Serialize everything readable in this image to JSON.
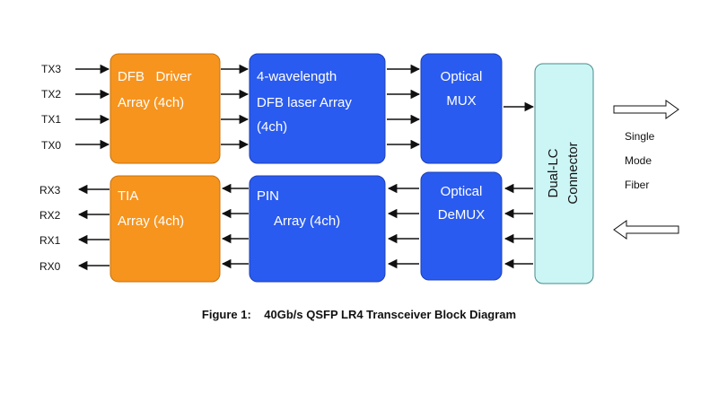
{
  "tx_labels": [
    "TX3",
    "TX2",
    "TX1",
    "TX0"
  ],
  "rx_labels": [
    "RX3",
    "RX2",
    "RX1",
    "RX0"
  ],
  "blocks": {
    "dfb_driver": {
      "line1": "DFB   Driver",
      "line2": "Array (4ch)",
      "color": "#f7941d"
    },
    "dfb_laser": {
      "line1": "4-wavelength",
      "line2": "DFB laser Array",
      "line3": "(4ch)",
      "color": "#2a5bf0"
    },
    "optical_mux": {
      "line1": "Optical",
      "line2": "MUX",
      "color": "#2a5bf0"
    },
    "tia": {
      "line1": "TIA",
      "line2": "Array (4ch)",
      "color": "#f7941d"
    },
    "pin": {
      "line1": "PIN",
      "line2": "Array (4ch)",
      "color": "#2a5bf0"
    },
    "optical_demux": {
      "line1": "Optical",
      "line2": "DeMUX",
      "color": "#2a5bf0"
    },
    "connector": {
      "line1": "Dual-LC",
      "line2": "Connector",
      "color": "#ccf5f5"
    }
  },
  "fiber": {
    "line1": "Single",
    "line2": "Mode",
    "line3": "Fiber"
  },
  "caption": {
    "label": "Figure 1:",
    "text": "40Gb/s QSFP LR4 Transceiver Block Diagram"
  }
}
